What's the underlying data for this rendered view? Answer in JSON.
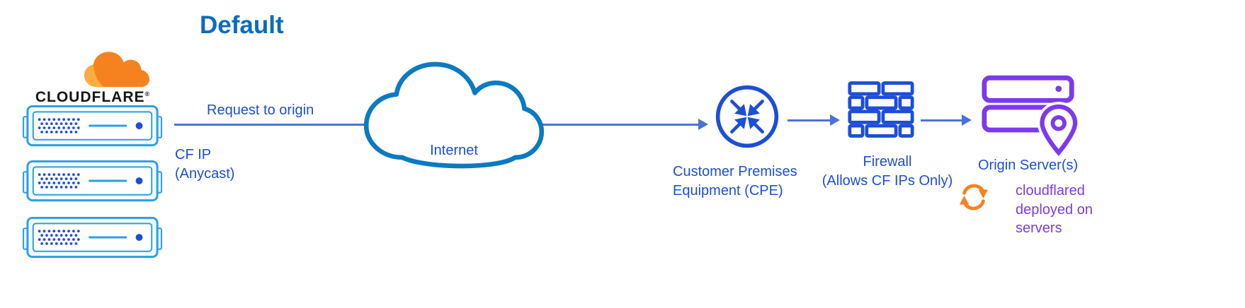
{
  "title": "Default",
  "cloudflare": {
    "brand": "CLOUDFLARE",
    "mark": "®"
  },
  "labels": {
    "request": "Request to origin",
    "cf_ip": "CF IP\n(Anycast)",
    "internet": "Internet",
    "cpe": "Customer Premises\nEquipment (CPE)",
    "firewall": "Firewall\n(Allows CF IPs Only)",
    "origin": "Origin Server(s)",
    "cloudflared": "cloudflared\ndeployed on\nservers"
  },
  "colors": {
    "title_blue": "#0a6bc2",
    "label_blue": "#1d4ed8",
    "cloud_outline_blue": "#0b7ac1",
    "arrow_blue": "#4a72d8",
    "server_outline_blue": "#2aa0e0",
    "origin_purple": "#7c3aed",
    "cloudflare_orange": "#f6821f",
    "cloudflare_light_orange": "#fbad41"
  },
  "icons": [
    "cloudflare-logo-cloud-icon",
    "server-rack-icon",
    "internet-cloud-icon",
    "cpe-inward-arrows-icon",
    "firewall-brick-icon",
    "origin-servers-icon",
    "location-pin-icon",
    "cloudflared-sync-icon"
  ]
}
